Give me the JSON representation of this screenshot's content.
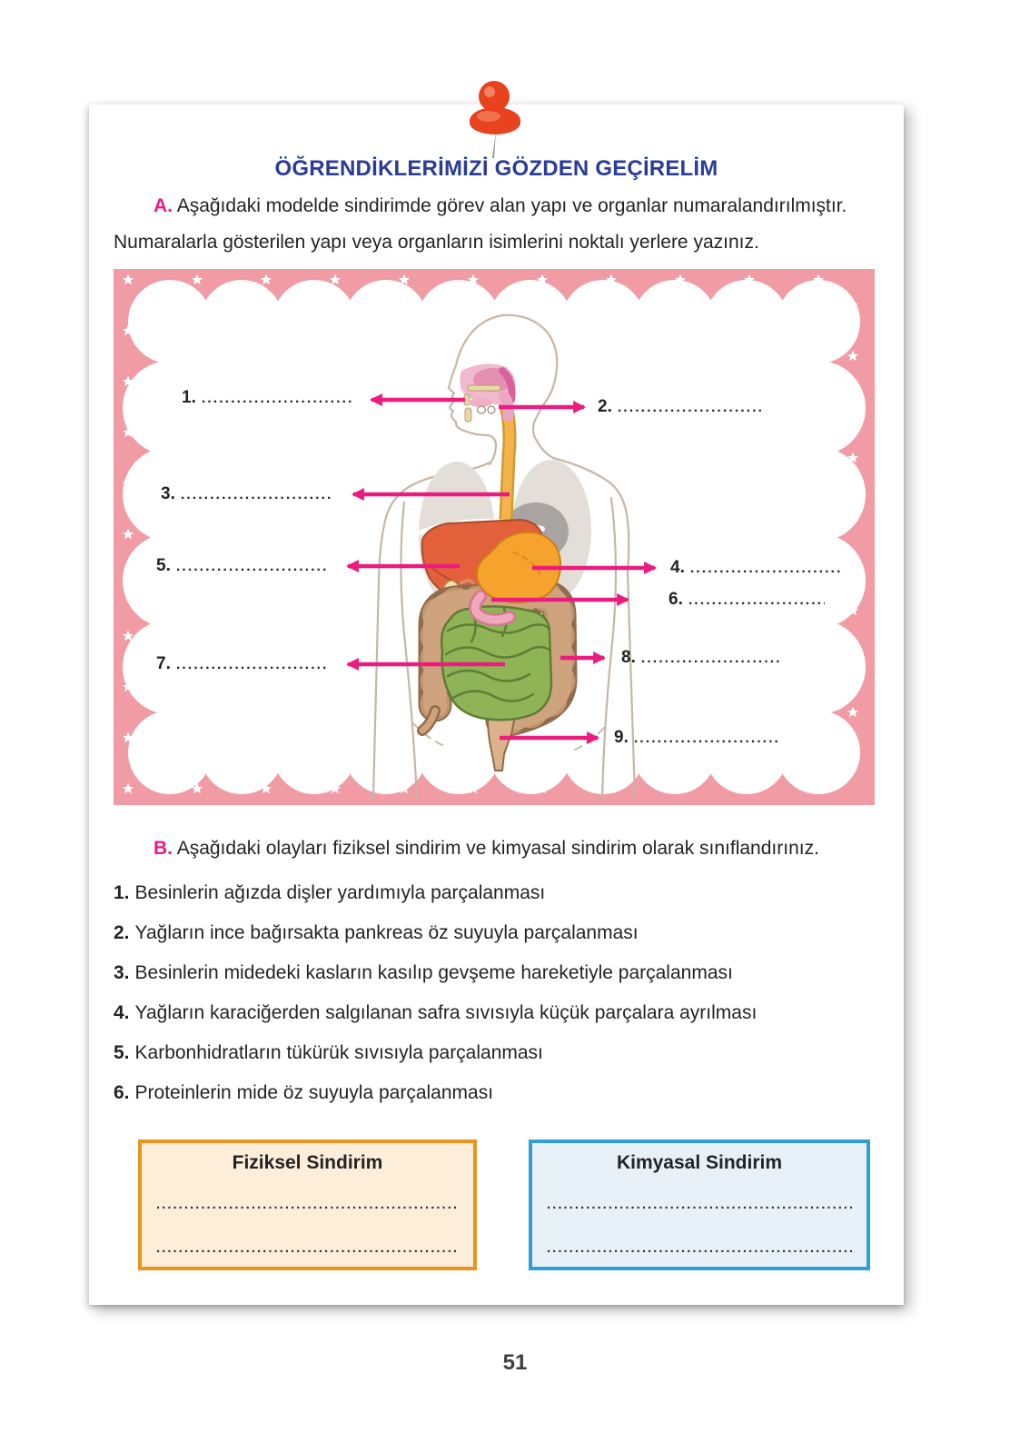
{
  "page": {
    "title": "ÖĞRENDİKLERİMİZİ GÖZDEN GEÇİRELİM",
    "page_number": "51"
  },
  "section_a": {
    "label": "A.",
    "text": "Aşağıdaki modelde sindirimde görev alan yapı ve organlar numaralandırılmıştır. Numaralarla gösterilen yapı veya organların isimlerini noktalı yerlere yazınız."
  },
  "diagram": {
    "description": "İnsan sindirim sistemi modeli",
    "labels": [
      {
        "number": "1.",
        "dots": "........................................"
      },
      {
        "number": "2.",
        "dots": "........................................"
      },
      {
        "number": "3.",
        "dots": "........................................"
      },
      {
        "number": "4.",
        "dots": "........................................"
      },
      {
        "number": "5.",
        "dots": "........................................"
      },
      {
        "number": "6.",
        "dots": "........................................"
      },
      {
        "number": "7.",
        "dots": "........................................"
      },
      {
        "number": "8.",
        "dots": "........................................"
      },
      {
        "number": "9.",
        "dots": "........................................"
      }
    ]
  },
  "section_b": {
    "label": "B.",
    "text": "Aşağıdaki olayları fiziksel sindirim ve kimyasal sindirim olarak sınıflandırınız.",
    "items": [
      {
        "number": "1.",
        "text": "Besinlerin ağızda dişler yardımıyla parçalanması"
      },
      {
        "number": "2.",
        "text": "Yağların ince bağırsakta pankreas öz suyuyla parçalanması"
      },
      {
        "number": "3.",
        "text": "Besinlerin midedeki kasların kasılıp gevşeme hareketiyle parçalanması"
      },
      {
        "number": "4.",
        "text": "Yağların karaciğerden salgılanan safra sıvısıyla küçük parçalara ayrılması"
      },
      {
        "number": "5.",
        "text": "Karbonhidratların tükürük sıvısıyla parçalanması"
      },
      {
        "number": "6.",
        "text": "Proteinlerin mide öz suyuyla parçalanması"
      }
    ]
  },
  "boxes": {
    "physical": {
      "title": "Fiziksel Sindirim",
      "line1": "........................................................................",
      "line2": "........................................................................"
    },
    "chemical": {
      "title": "Kimyasal Sindirim",
      "line1": "........................................................................",
      "line2": "........................................................................"
    }
  },
  "colors": {
    "title_blue": "#2b3c97",
    "accent_magenta": "#e81c84",
    "arrow_magenta": "#ec1b7e",
    "frame_pink": "#f19ba4",
    "physical_box_border": "#e8941f",
    "physical_box_bg": "#fdeeda",
    "chemical_box_border": "#2f9fd6",
    "chemical_box_bg": "#e9f1f8"
  }
}
